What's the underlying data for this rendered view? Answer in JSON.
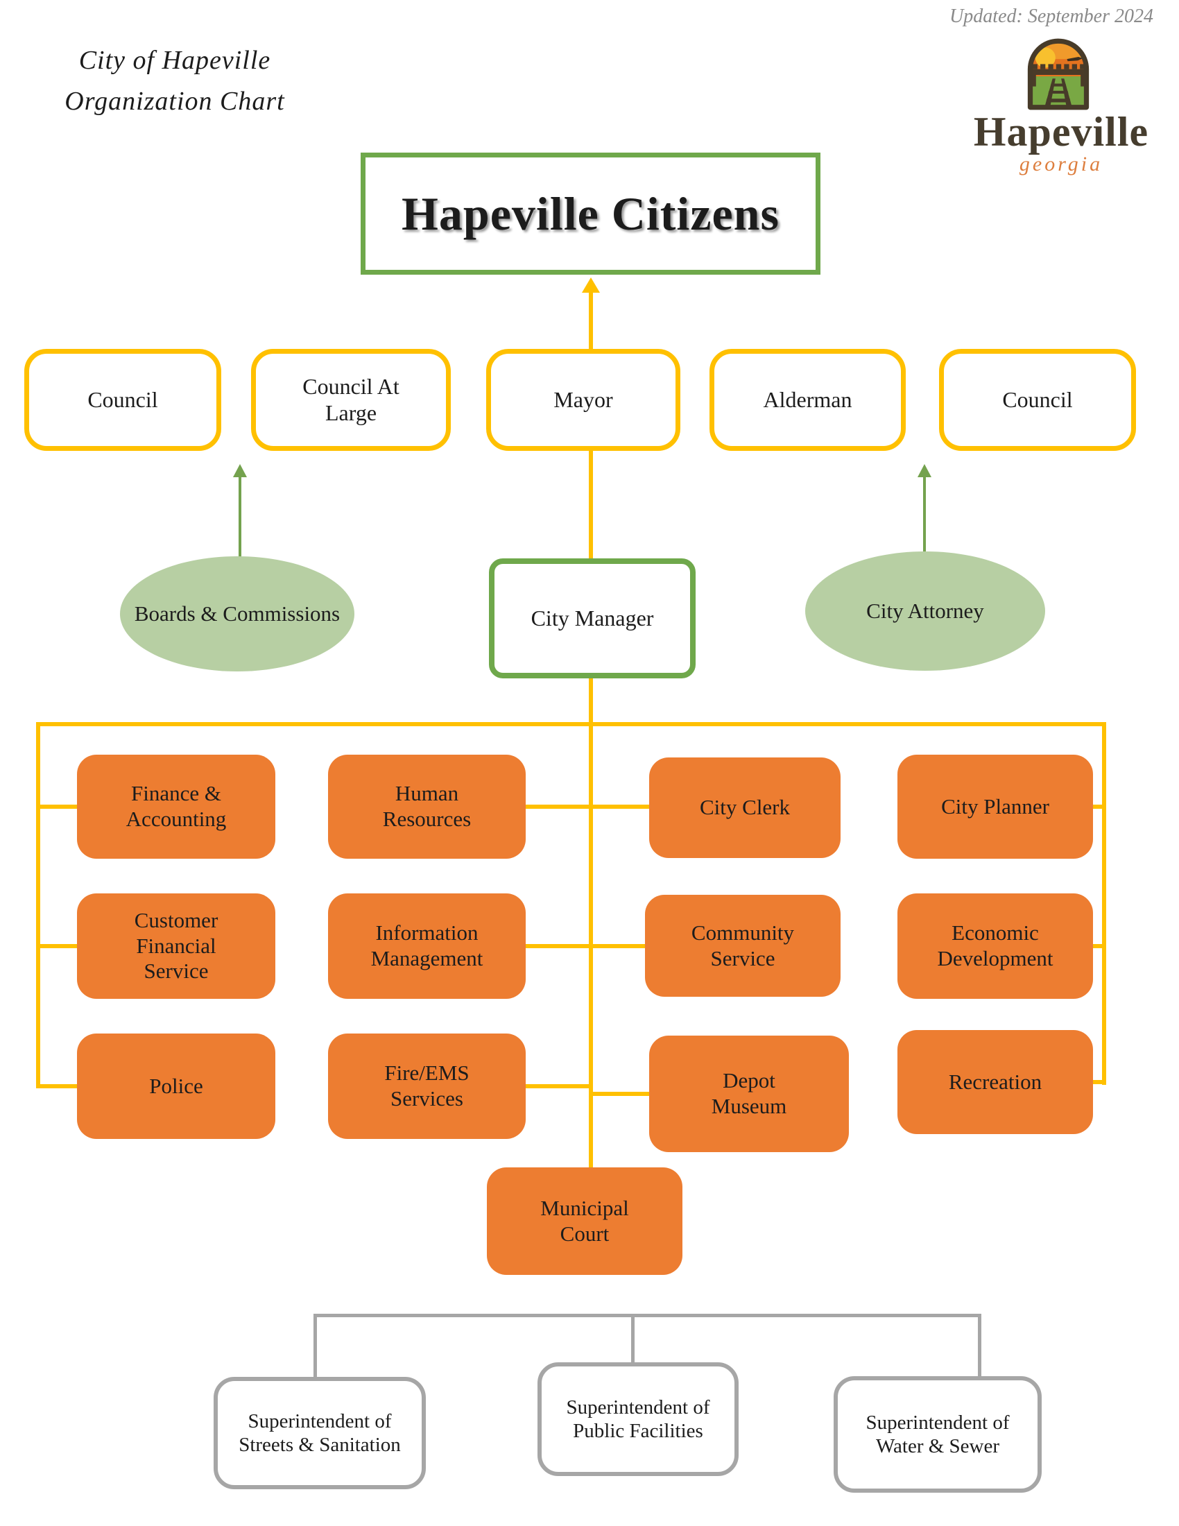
{
  "header": {
    "title_line1": "City of Hapeville",
    "title_line2": "Organization Chart",
    "updated": "Updated: September 2024"
  },
  "logo": {
    "city": "Hapeville",
    "state": "georgia",
    "icon": "arch-railroad-sunset-icon"
  },
  "top": {
    "citizens": "Hapeville Citizens"
  },
  "council_row": [
    {
      "label": "Council"
    },
    {
      "label": "Council At\nLarge"
    },
    {
      "label": "Mayor"
    },
    {
      "label": "Alderman"
    },
    {
      "label": "Council"
    }
  ],
  "mid": {
    "boards": "Boards & Commissions",
    "city_manager": "City Manager",
    "city_attorney": "City Attorney"
  },
  "departments": [
    {
      "label": "Finance &\nAccounting"
    },
    {
      "label": "Human\nResources"
    },
    {
      "label": "City Clerk"
    },
    {
      "label": "City Planner"
    },
    {
      "label": "Customer\nFinancial\nService"
    },
    {
      "label": "Information\nManagement"
    },
    {
      "label": "Community\nService"
    },
    {
      "label": "Economic\nDevelopment"
    },
    {
      "label": "Police"
    },
    {
      "label": "Fire/EMS\nServices"
    },
    {
      "label": "Depot\nMuseum"
    },
    {
      "label": "Recreation"
    },
    {
      "label": "Municipal\nCourt"
    }
  ],
  "superintendents": [
    {
      "label": "Superintendent of\nStreets & Sanitation"
    },
    {
      "label": "Superintendent of\nPublic Facilities"
    },
    {
      "label": "Superintendent of\nWater & Sewer"
    }
  ],
  "colors": {
    "yellow": "#FFC000",
    "orange": "#ED7D31",
    "green": "#6FA84B",
    "light_green": "#B7CFA3",
    "gray": "#A6A6A6"
  }
}
